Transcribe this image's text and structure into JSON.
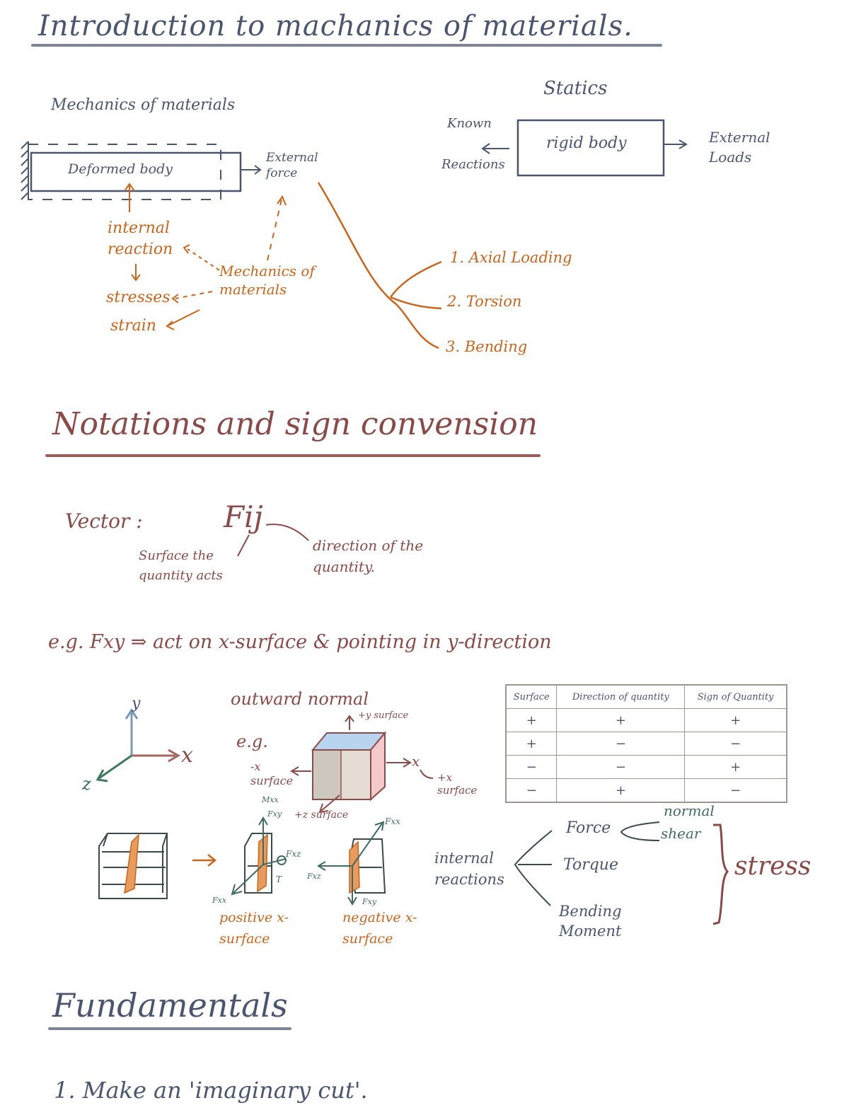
{
  "page": {
    "background": "#ffffff",
    "colors": {
      "slate": "#4a5570",
      "orange": "#c8651b",
      "maroon": "#8a4a47",
      "teal": "#3f6a66",
      "blue_face": "#b8d4ef",
      "pink_face": "#f3c9c9"
    }
  },
  "section1": {
    "title": "Introduction to machanics of materials.",
    "left": {
      "heading": "Mechanics of materials",
      "box_label": "Deformed body",
      "external_force": "External force",
      "internal_reaction": "internal reaction",
      "stresses": "stresses",
      "strain": "strain",
      "mech_of_materials": "Mechanics of materials",
      "loading_types": [
        "1. Axial Loading",
        "2. Torsion",
        "3. Bending"
      ]
    },
    "right": {
      "heading": "Statics",
      "box_label": "rigid body",
      "reactions_known": "Known",
      "reactions": "Reactions",
      "external_loads": "External Loads"
    }
  },
  "section2": {
    "title": "Notations and sign convension",
    "vector_label": "Vector :",
    "vector_symbol": "Fij",
    "surface_note": "Surface the quantity acts",
    "direction_note": "direction of the quantity.",
    "example": "e.g. Fxy ⇒ act on x-surface & pointing in y-direction",
    "axes": {
      "x": "x",
      "y": "y",
      "z": "z"
    },
    "cube": {
      "outward_normal": "outward normal",
      "eg": "e.g.",
      "plus_y": "+y surface",
      "minus_x": "-x surface",
      "plus_x": "+x surface",
      "plus_z": "+z surface",
      "x_arrow": "x"
    },
    "table": {
      "headers": [
        "Surface",
        "Direction of quantity",
        "Sign of Quantity"
      ],
      "rows": [
        [
          "+",
          "+",
          "+"
        ],
        [
          "+",
          "−",
          "−"
        ],
        [
          "−",
          "−",
          "+"
        ],
        [
          "−",
          "+",
          "−"
        ]
      ]
    },
    "cut_labels": {
      "positive": "positive x-surface",
      "negative": "negative x-surface",
      "fxx": "Fxx",
      "fxy": "Fxy",
      "fxz": "Fxz",
      "mxx": "Mxx",
      "t": "T"
    },
    "internal_reactions": {
      "label": "internal reactions",
      "items": [
        "Force",
        "Torque",
        "Bending Moment"
      ],
      "force_parts": [
        "normal",
        "shear"
      ],
      "stress": "stress"
    }
  },
  "section3": {
    "title": "Fundamentals",
    "step1": "1. Make an 'imaginary cut'."
  }
}
